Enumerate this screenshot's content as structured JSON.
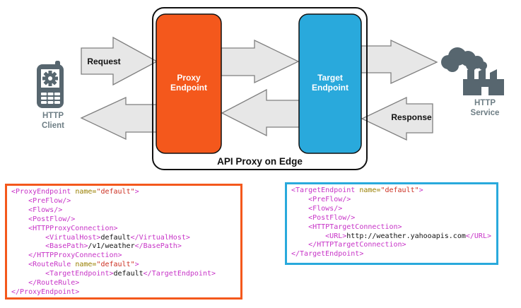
{
  "colors": {
    "proxy_orange": "#F4581C",
    "target_blue": "#29A9DC",
    "arrow_fill": "#E7E7E7",
    "arrow_stroke": "#7F7F7F",
    "icon_slate": "#57666F",
    "label_gray": "#6E7E85",
    "outline_black": "#111111",
    "code_tag": "#C733C7",
    "code_attr": "#997F00",
    "code_val": "#CC2F21",
    "code_plain": "#111111"
  },
  "diagram": {
    "client_label": "HTTP\nClient",
    "service_label": "HTTP\nService",
    "request_label": "Request",
    "response_label": "Response",
    "container_label": "API Proxy on Edge",
    "proxy_box_label": "Proxy\nEndpoint",
    "target_box_label": "Target\nEndpoint",
    "client_icon": "mobile-phone-icon",
    "service_icon": "cloud-factory-icon"
  },
  "code_blocks": [
    {
      "name": "proxy-endpoint-xml",
      "border_color": "#F4581C",
      "lines": [
        [
          {
            "c": "tag",
            "t": "<ProxyEndpoint"
          },
          {
            "c": "plain",
            "t": " "
          },
          {
            "c": "attr",
            "t": "name="
          },
          {
            "c": "val",
            "t": "\"default\""
          },
          {
            "c": "tag",
            "t": ">"
          }
        ],
        [
          {
            "c": "tag",
            "t": "    <PreFlow/>"
          }
        ],
        [
          {
            "c": "tag",
            "t": "    <Flows/>"
          }
        ],
        [
          {
            "c": "tag",
            "t": "    <PostFlow/>"
          }
        ],
        [
          {
            "c": "tag",
            "t": "    <HTTPProxyConnection>"
          }
        ],
        [
          {
            "c": "tag",
            "t": "        <VirtualHost>"
          },
          {
            "c": "plain",
            "t": "default"
          },
          {
            "c": "tag",
            "t": "</VirtualHost>"
          }
        ],
        [
          {
            "c": "tag",
            "t": "        <BasePath>"
          },
          {
            "c": "plain",
            "t": "/v1/weather"
          },
          {
            "c": "tag",
            "t": "</BasePath>"
          }
        ],
        [
          {
            "c": "tag",
            "t": "    </HTTPProxyConnection>"
          }
        ],
        [
          {
            "c": "tag",
            "t": "    <RouteRule"
          },
          {
            "c": "plain",
            "t": " "
          },
          {
            "c": "attr",
            "t": "name="
          },
          {
            "c": "val",
            "t": "\"default\""
          },
          {
            "c": "tag",
            "t": ">"
          }
        ],
        [
          {
            "c": "tag",
            "t": "        <TargetEndpoint>"
          },
          {
            "c": "plain",
            "t": "default"
          },
          {
            "c": "tag",
            "t": "</TargetEndpoint>"
          }
        ],
        [
          {
            "c": "tag",
            "t": "    </RouteRule>"
          }
        ],
        [
          {
            "c": "tag",
            "t": "</ProxyEndpoint>"
          }
        ]
      ]
    },
    {
      "name": "target-endpoint-xml",
      "border_color": "#29A9DC",
      "lines": [
        [
          {
            "c": "tag",
            "t": "<TargetEndpoint"
          },
          {
            "c": "plain",
            "t": " "
          },
          {
            "c": "attr",
            "t": "name="
          },
          {
            "c": "val",
            "t": "\"default\""
          },
          {
            "c": "tag",
            "t": ">"
          }
        ],
        [
          {
            "c": "tag",
            "t": "    <PreFlow/>"
          }
        ],
        [
          {
            "c": "tag",
            "t": "    <Flows/>"
          }
        ],
        [
          {
            "c": "tag",
            "t": "    <PostFlow/>"
          }
        ],
        [
          {
            "c": "tag",
            "t": "    <HTTPTargetConnection>"
          }
        ],
        [
          {
            "c": "tag",
            "t": "        <URL>"
          },
          {
            "c": "plain",
            "t": "http://weather.yahooapis.com"
          },
          {
            "c": "tag",
            "t": "</URL>"
          }
        ],
        [
          {
            "c": "tag",
            "t": "    </HTTPTargetConnection>"
          }
        ],
        [
          {
            "c": "tag",
            "t": "</TargetEndpoint>"
          }
        ]
      ]
    }
  ]
}
